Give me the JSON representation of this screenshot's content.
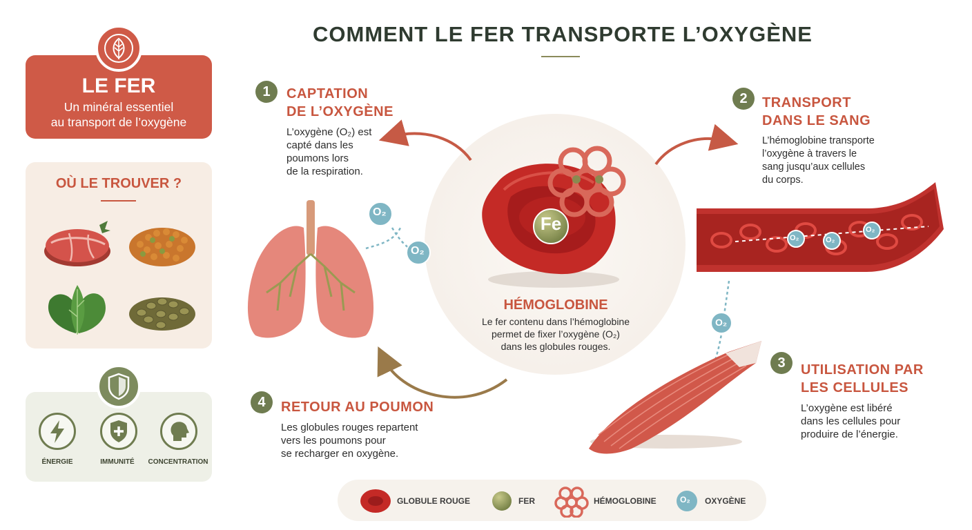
{
  "title": "COMMENT LE FER TRANSPORTE L’OXYGÈNE",
  "fer_card": {
    "title": "LE FER",
    "subtitle_line1": "Un minéral essentiel",
    "subtitle_line2": "au transport de l’oxygène",
    "badge_icon": "leaf-icon"
  },
  "sources": {
    "title": "OÙ LE TROUVER ?",
    "items": [
      "red-meat-icon",
      "lentils-icon",
      "spinach-icon",
      "green-lentils-icon"
    ]
  },
  "benefits": {
    "badge_icon": "shield-icon",
    "items": [
      {
        "label": "ÉNERGIE",
        "icon": "lightning-icon"
      },
      {
        "label": "IMMUNITÉ",
        "icon": "shield-plus-icon"
      },
      {
        "label": "CONCENTRATION",
        "icon": "head-icon"
      }
    ]
  },
  "steps": [
    {
      "num": "1",
      "title_line1": "CAPTATION",
      "title_line2": "DE L’OXYGÈNE",
      "body": [
        "L’oxygène (O₂) est",
        "capté dans les",
        "poumons lors",
        "de la respiration."
      ]
    },
    {
      "num": "2",
      "title_line1": "TRANSPORT",
      "title_line2": "DANS LE SANG",
      "body": [
        "L’hémoglobine transporte",
        "l’oxygène à travers le",
        "sang jusqu’aux cellules",
        "du corps."
      ]
    },
    {
      "num": "3",
      "title_line1": "UTILISATION PAR",
      "title_line2": "LES CELLULES",
      "body": [
        "L’oxygène est libéré",
        "dans les cellules pour",
        "produire de l’énergie."
      ]
    },
    {
      "num": "4",
      "title_line1": "RETOUR AU POUMON",
      "title_line2": "",
      "body": [
        "Les globules rouges repartent",
        "vers les poumons pour",
        "se recharger en oxygène."
      ]
    }
  ],
  "center": {
    "fe_label": "Fe",
    "title": "HÉMOGLOBINE",
    "body": [
      "Le fer contenu dans l’hémoglobine",
      "permet de fixer l’oxygène (O₂)",
      "dans les globules rouges."
    ]
  },
  "o2_label": "O₂",
  "legend": [
    {
      "label": "GLOBULE ROUGE",
      "icon": "red-blood-cell-icon"
    },
    {
      "label": "FER",
      "icon": "iron-sphere-icon"
    },
    {
      "label": "HÉMOGLOBINE",
      "icon": "hemoglobin-icon"
    },
    {
      "label": "OXYGÈNE",
      "icon": "oxygen-icon"
    }
  ],
  "colors": {
    "accent_red": "#cf5a47",
    "olive": "#6f7c50",
    "oxygen": "#7fb6c4"
  }
}
